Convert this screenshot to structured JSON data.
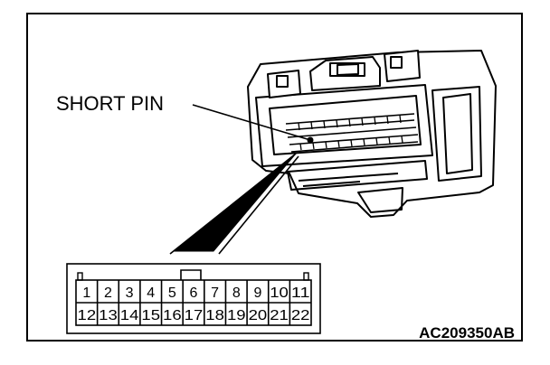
{
  "diagram": {
    "callout_label": "SHORT PIN",
    "figure_code": "AC209350AB",
    "pins_top_row": [
      "1",
      "2",
      "3",
      "4",
      "5",
      "6",
      "7",
      "8",
      "9",
      "10",
      "11"
    ],
    "pins_bottom_row": [
      "12",
      "13",
      "14",
      "15",
      "16",
      "17",
      "18",
      "19",
      "20",
      "21",
      "22"
    ]
  }
}
